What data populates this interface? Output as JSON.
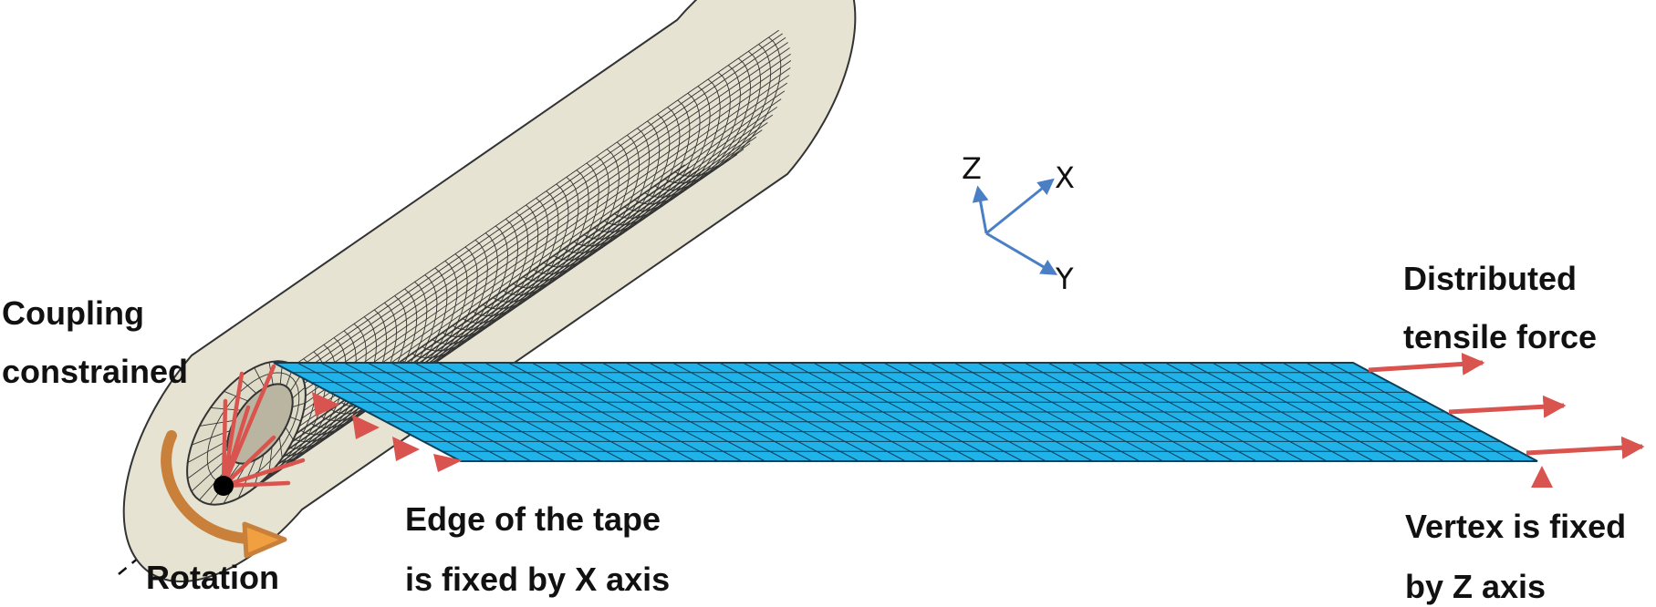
{
  "labels": {
    "coupling_line1": "Coupling",
    "coupling_line2": "constrained",
    "rotation": "Rotation",
    "edge_line1": "Edge of the tape",
    "edge_line2": "is fixed by X axis",
    "force_line1": "Distributed",
    "force_line2": "tensile force",
    "vertex_line1": "Vertex is fixed",
    "vertex_line2": "by Z axis"
  },
  "axes": {
    "z": "Z",
    "x": "X",
    "y": "Y"
  },
  "colors": {
    "roller": "#e6e3d2",
    "roller_dark": "#cfcbb6",
    "mesh_line": "#333333",
    "tape": "#1fb3ea",
    "tape_line": "#0d3f59",
    "constraint": "#d9544f",
    "rotation_arrow": "#c8803a",
    "triad": "#4a7fc6"
  }
}
